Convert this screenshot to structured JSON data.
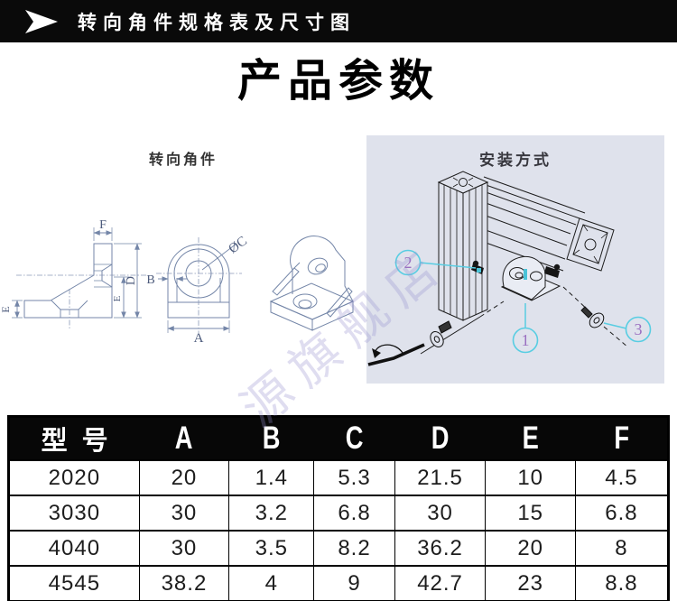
{
  "banner": {
    "title": "转向角件规格表及尺寸图"
  },
  "page_title": "产品参数",
  "left_drawing": {
    "title": "转向角件",
    "labels": {
      "f": "F",
      "d": "D",
      "e": "E",
      "b": "B",
      "a": "A",
      "c": "ØC"
    }
  },
  "install": {
    "title": "安装方式",
    "callouts": [
      "1",
      "2",
      "3"
    ]
  },
  "watermark": "源旗舰店",
  "colors": {
    "accent_cyan": "#58cde2",
    "callout_purple": "#9a6fc0",
    "panel_bg": "#dfe2ec",
    "drawing_line": "#7486a8",
    "table_header_bg": "#070707"
  },
  "table": {
    "headers": [
      "型号",
      "A",
      "B",
      "C",
      "D",
      "E",
      "F"
    ],
    "rows": [
      [
        "2020",
        "20",
        "1.4",
        "5.3",
        "21.5",
        "10",
        "4.5"
      ],
      [
        "3030",
        "30",
        "3.2",
        "6.8",
        "30",
        "15",
        "6.8"
      ],
      [
        "4040",
        "30",
        "3.5",
        "8.2",
        "36.2",
        "20",
        "8"
      ],
      [
        "4545",
        "38.2",
        "4",
        "9",
        "42.7",
        "23",
        "8.8"
      ]
    ]
  }
}
